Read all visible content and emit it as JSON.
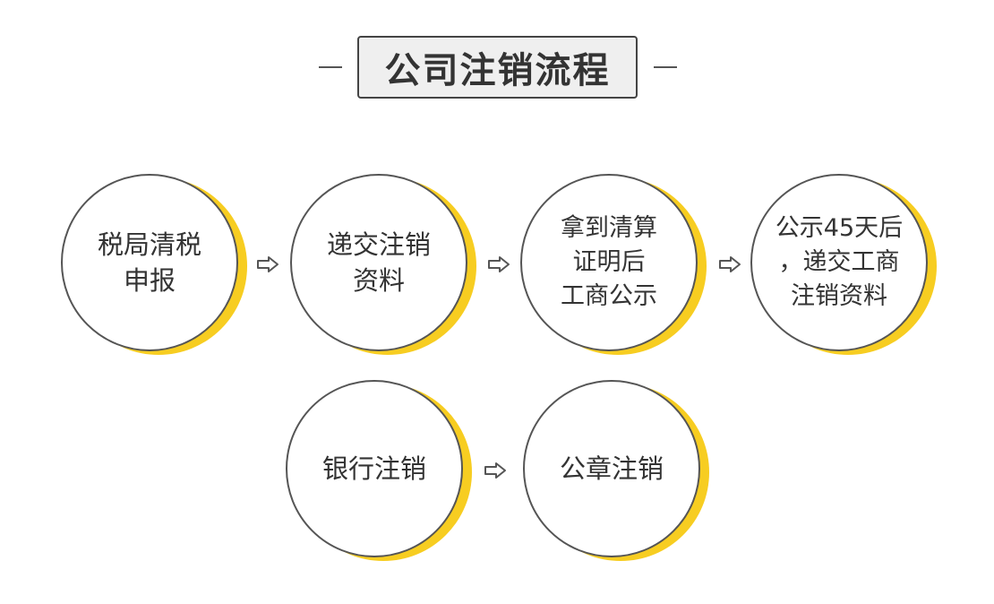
{
  "title": "公司注销流程",
  "steps": [
    {
      "label": "税局清税\n申报"
    },
    {
      "label": "递交注销\n资料"
    },
    {
      "label": "拿到清算\n证明后\n工商公示"
    },
    {
      "label": "公示45天后\n，递交工商\n注销资料"
    },
    {
      "label": "银行注销"
    },
    {
      "label": "公章注销"
    }
  ],
  "colors": {
    "accent": "#f7cd21",
    "outline": "#555555",
    "title_bg": "#efefef"
  },
  "icons": {
    "arrow": "right-hollow-arrow-icon"
  }
}
